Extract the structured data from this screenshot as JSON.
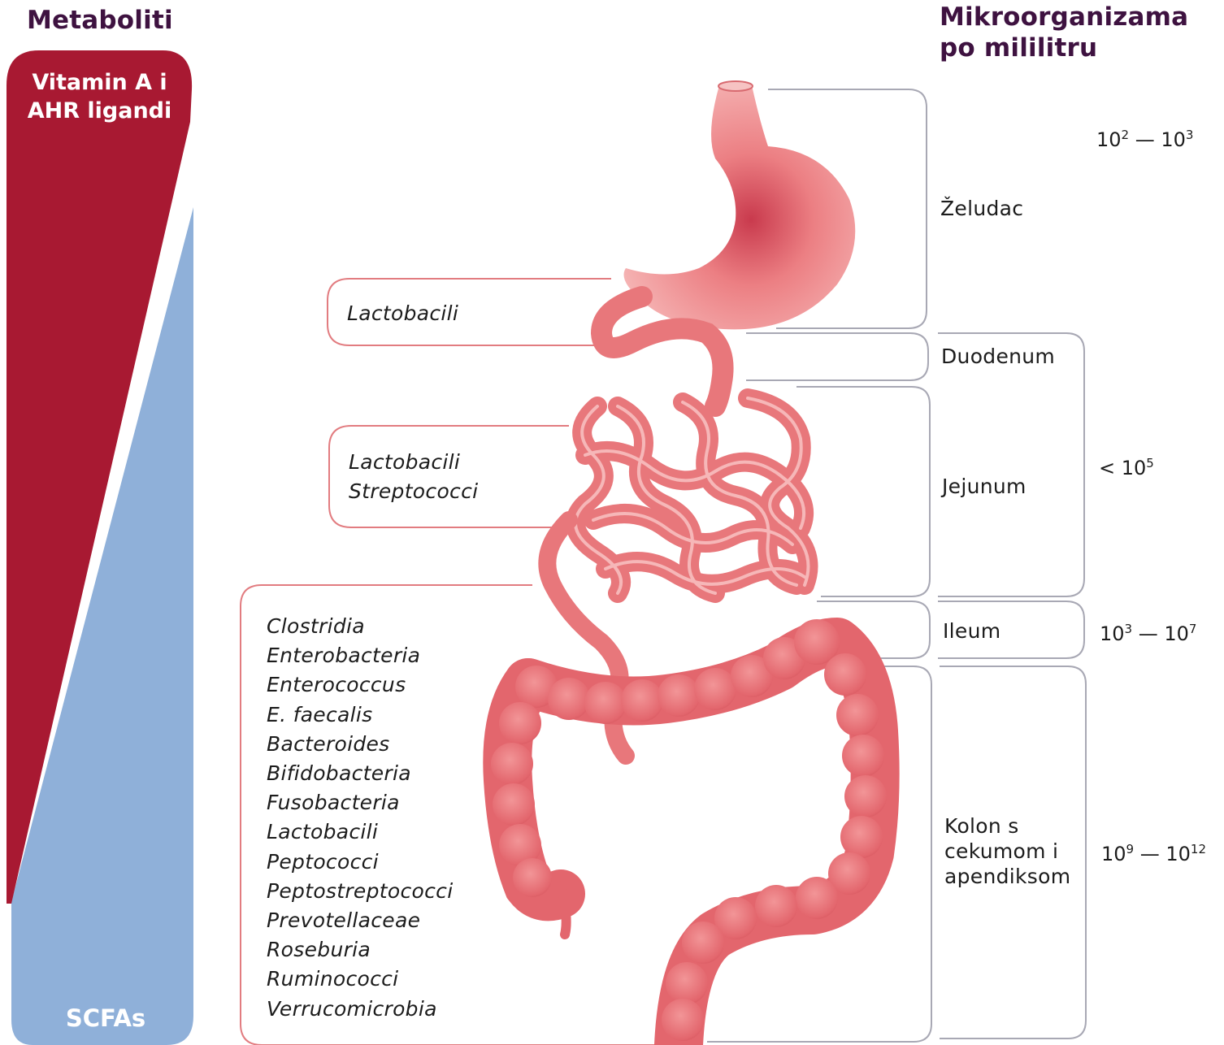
{
  "headers": {
    "metabolites": "Metaboliti",
    "microbes_line1": "Mikroorganizama",
    "microbes_line2": "po mililitru"
  },
  "metabolites": {
    "top_line1": "Vitamin A i",
    "top_line2": "AHR ligandi",
    "bottom": "SCFAs",
    "top_color": "#a81932",
    "bottom_color": "#8fb0d9"
  },
  "bacteria": {
    "stomach": [
      "Lactobacili"
    ],
    "jejunum": [
      "Lactobacili",
      "Streptococci"
    ],
    "colon": [
      "Clostridia",
      "Enterobacteria",
      "Enterococcus",
      "E. faecalis",
      "Bacteroides",
      "Bifidobacteria",
      "Fusobacteria",
      "Lactobacili",
      "Peptococci",
      "Peptostreptococci",
      "Prevotellaceae",
      "Roseburia",
      "Ruminococci",
      "Verrucomicrobia"
    ]
  },
  "segments": {
    "stomach": "Želudac",
    "duodenum": "Duodenum",
    "jejunum": "Jejunum",
    "ileum": "Ileum",
    "colon_line1": "Kolon s",
    "colon_line2": "cekumom i",
    "colon_line3": "apendiksom"
  },
  "counts": {
    "stomach": {
      "a": "10",
      "a_exp": "2",
      "dash": "—",
      "b": "10",
      "b_exp": "3"
    },
    "small_intestine": {
      "prefix": "< 10",
      "exp": "5"
    },
    "ileum": {
      "a": "10",
      "a_exp": "3",
      "dash": "—",
      "b": "10",
      "b_exp": "7"
    },
    "colon": {
      "a": "10",
      "a_exp": "9",
      "dash": "—",
      "b": "10",
      "b_exp": "12"
    }
  },
  "colors": {
    "organ": "#e8777b",
    "organ_light": "#f4a9aa",
    "organ_dark": "#c94a52",
    "bracket_red": "#e27c80",
    "bracket_gray": "#a8a8b4",
    "header": "#3e1240"
  }
}
